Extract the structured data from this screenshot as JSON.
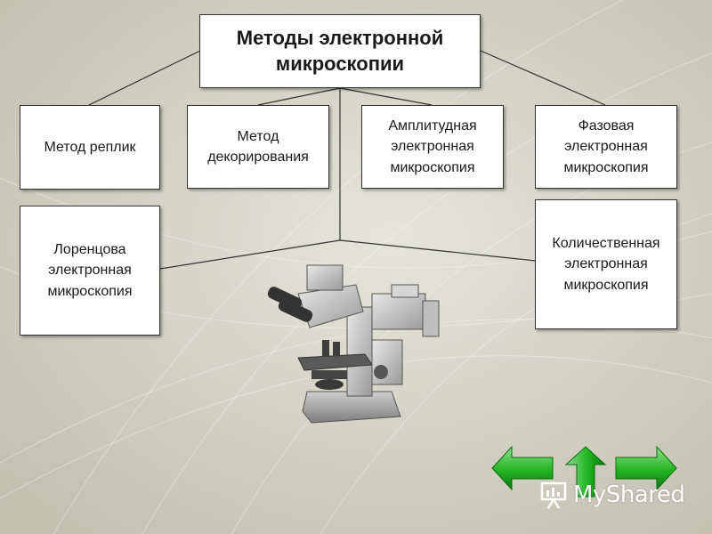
{
  "diagram": {
    "title": "Методы электронной\nмикроскопии",
    "methods": [
      {
        "id": "replica",
        "label": "Метод реплик"
      },
      {
        "id": "decoration",
        "label": "Метод\nдекорирования"
      },
      {
        "id": "amplitude",
        "label": "Амплитудная\nэлектронная\nмикроскопия"
      },
      {
        "id": "phase",
        "label": "Фазовая\nэлектронная\nмикроскопия"
      },
      {
        "id": "lorentz",
        "label": "Лоренцова\nэлектронная\nмикроскопия"
      },
      {
        "id": "quantitative",
        "label": "Количественная\nэлектронная\nмикроскопия"
      }
    ]
  },
  "navigation": {
    "back": "arrow-left-icon",
    "home": "arrow-up-icon",
    "forward": "arrow-right-icon"
  },
  "watermark": {
    "text": "MyShared",
    "icon": "presentation-board-icon"
  },
  "colors": {
    "background": "#cfcdbd",
    "arrow_green": "#2db82d",
    "box": "#ffffff"
  }
}
